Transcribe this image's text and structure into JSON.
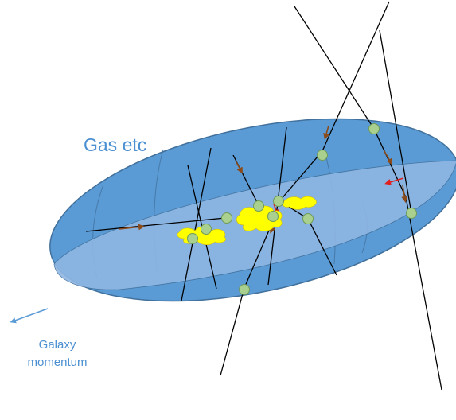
{
  "labels": {
    "gas": "Gas etc",
    "galaxy_line1": "Galaxy",
    "galaxy_line2": "momentum"
  },
  "colors": {
    "ellipse_fill": "#5b9bd5",
    "ellipse_stroke": "#41719c",
    "disk_fill": "#8fb6e3",
    "text_blue": "#4a8fd1",
    "node_fill": "#a9d08e",
    "node_stroke": "#6f9a5a",
    "star_fill": "#ffff00",
    "track_arrow": "#8a4a1a",
    "red_arrow": "#e02020",
    "line": "#000000"
  }
}
